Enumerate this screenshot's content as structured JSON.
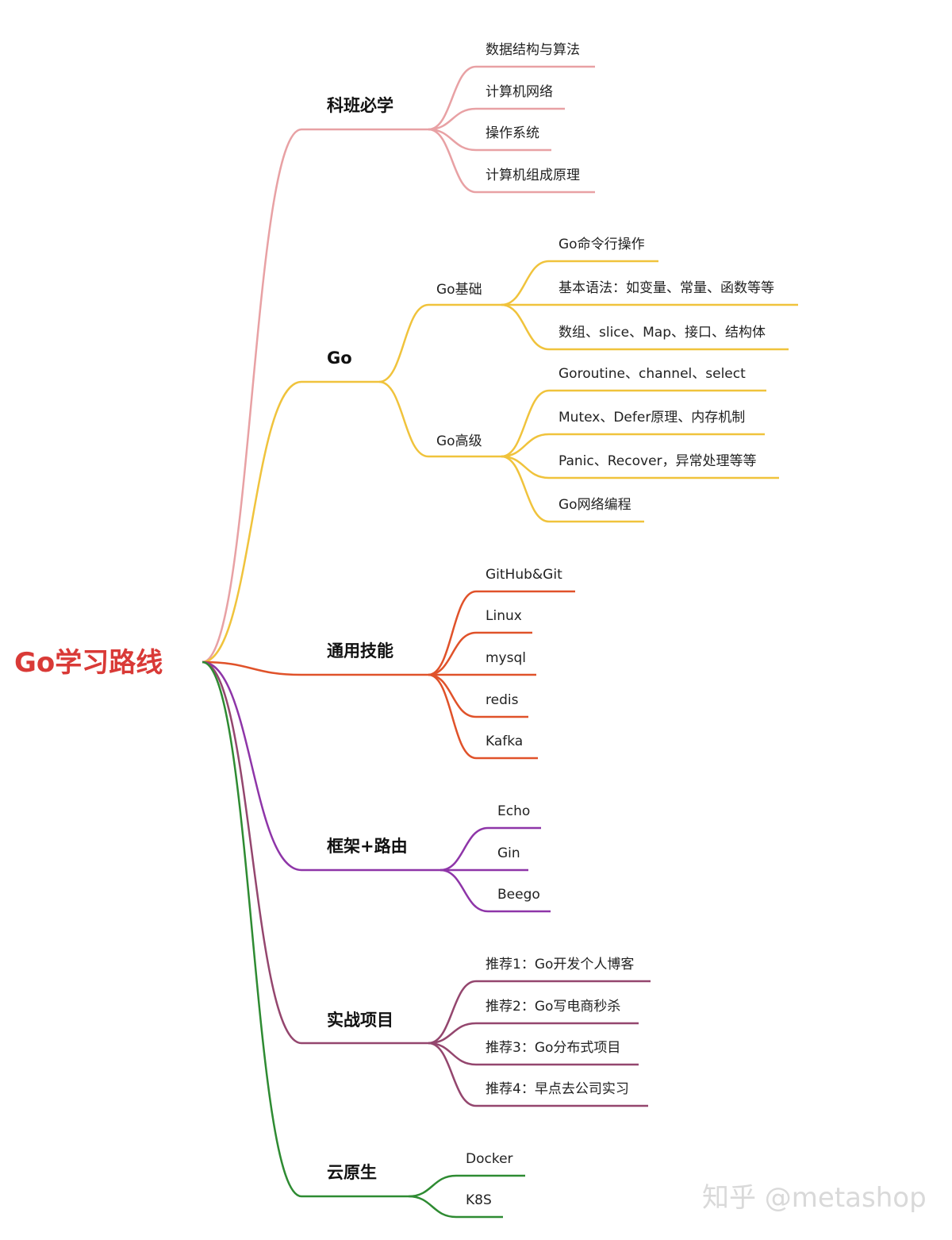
{
  "root": {
    "label": "Go学习路线",
    "color": "#d93a37"
  },
  "watermark": "知乎 @metashop",
  "branches": [
    {
      "label": "科班必学",
      "color": "#e8a1a4",
      "children": [
        {
          "label": "数据结构与算法"
        },
        {
          "label": "计算机网络"
        },
        {
          "label": "操作系统"
        },
        {
          "label": "计算机组成原理"
        }
      ]
    },
    {
      "label": "Go",
      "color": "#f0c33c",
      "children": [
        {
          "label": "Go基础",
          "children": [
            {
              "label": "Go命令行操作"
            },
            {
              "label": "基本语法：如变量、常量、函数等等"
            },
            {
              "label": "数组、slice、Map、接口、结构体"
            }
          ]
        },
        {
          "label": "Go高级",
          "children": [
            {
              "label": "Goroutine、channel、select"
            },
            {
              "label": "Mutex、Defer原理、内存机制"
            },
            {
              "label": "Panic、Recover，异常处理等等"
            },
            {
              "label": "Go网络编程"
            }
          ]
        }
      ]
    },
    {
      "label": "通用技能",
      "color": "#e0522a",
      "children": [
        {
          "label": "GitHub&Git"
        },
        {
          "label": "Linux"
        },
        {
          "label": "mysql"
        },
        {
          "label": "redis"
        },
        {
          "label": "Kafka"
        }
      ]
    },
    {
      "label": "框架+路由",
      "color": "#8e35a8",
      "children": [
        {
          "label": "Echo"
        },
        {
          "label": "Gin"
        },
        {
          "label": "Beego"
        }
      ]
    },
    {
      "label": "实战项目",
      "color": "#94466e",
      "children": [
        {
          "label": "推荐1：Go开发个人博客"
        },
        {
          "label": "推荐2：Go写电商秒杀"
        },
        {
          "label": "推荐3：Go分布式项目"
        },
        {
          "label": "推荐4：早点去公司实习"
        }
      ]
    },
    {
      "label": "云原生",
      "color": "#2e8b32",
      "children": [
        {
          "label": "Docker"
        },
        {
          "label": "K8S"
        }
      ]
    }
  ]
}
